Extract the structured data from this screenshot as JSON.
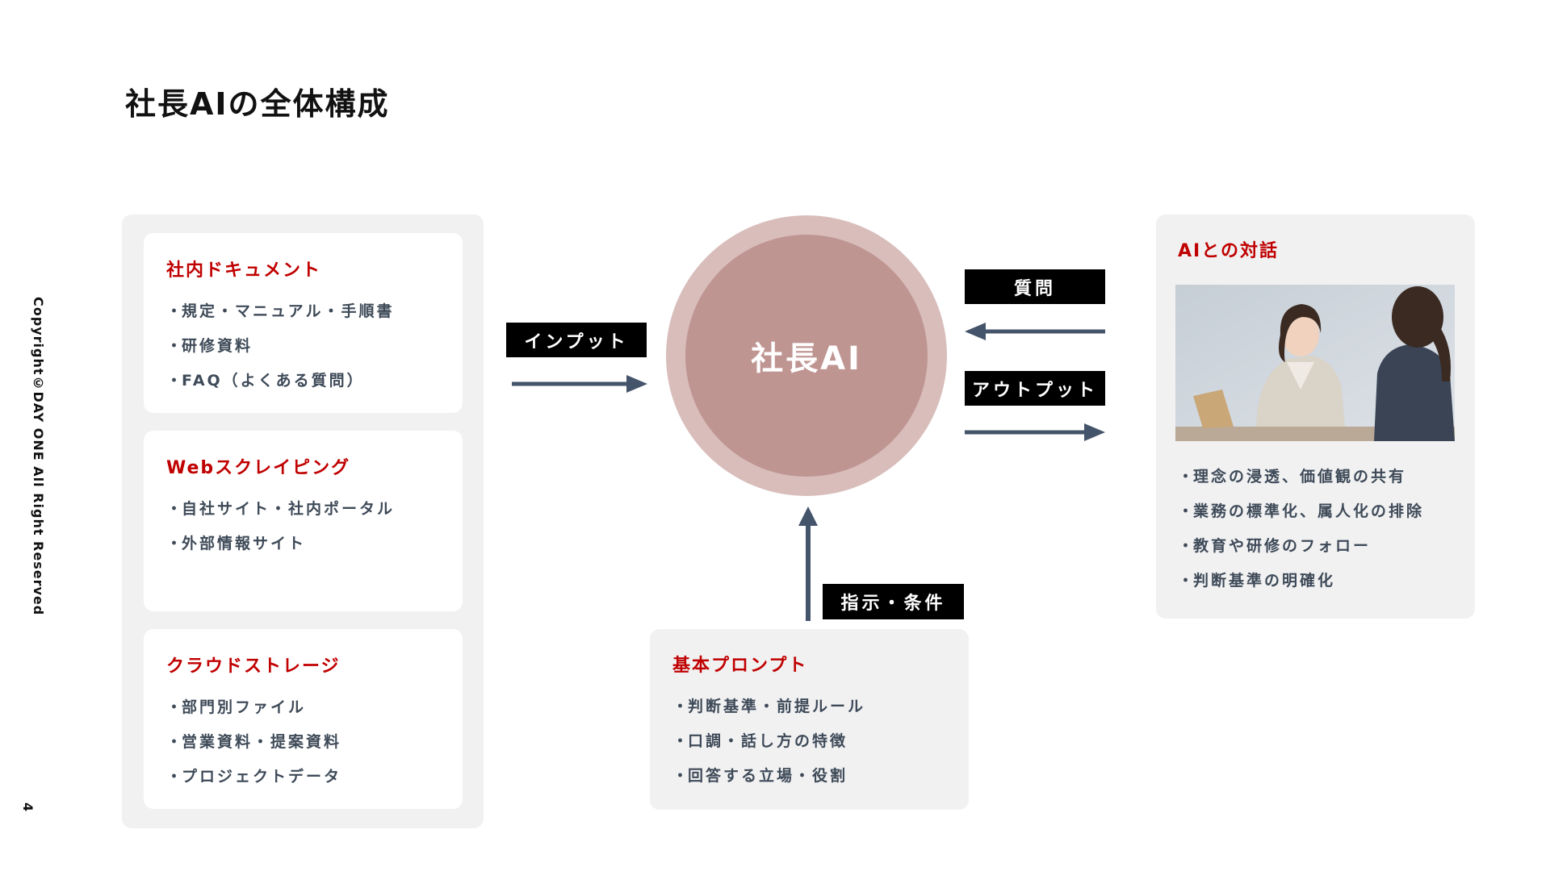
{
  "page": {
    "title": "社長AIの全体構成",
    "copyright": "Copyright©DAY ONE All Right Reserved",
    "page_number": "4"
  },
  "sources": [
    {
      "title": "社内ドキュメント",
      "items": [
        "規定・マニュアル・手順書",
        "研修資料",
        "FAQ（よくある質問）"
      ]
    },
    {
      "title": "Webスクレイピング",
      "items": [
        "自社サイト・社内ポータル",
        "外部情報サイト"
      ]
    },
    {
      "title": "クラウドストレージ",
      "items": [
        "部門別ファイル",
        "営業資料・提案資料",
        "プロジェクトデータ"
      ]
    }
  ],
  "flow_labels": {
    "input": "インプット",
    "question": "質問",
    "output": "アウトプット",
    "instruction": "指示・条件"
  },
  "center": {
    "label": "社長AI"
  },
  "prompt_box": {
    "title": "基本プロンプト",
    "items": [
      "判断基準・前提ルール",
      "口調・話し方の特徴",
      "回答する立場・役割"
    ]
  },
  "dialogue": {
    "title": "AIとの対話",
    "image_alt": "photo of two women talking at a desk with a laptop",
    "items": [
      "理念の浸透、価値観の共有",
      "業務の標準化、属人化の排除",
      "教育や研修のフォロー",
      "判断基準の明確化"
    ]
  },
  "colors": {
    "accent_red": "#c00000",
    "text_body": "#3e4a58",
    "arrow": "#44546a",
    "circle_outer": "#d8bdbb",
    "circle_inner": "#bf9592",
    "panel_bg": "#f1f1f2"
  }
}
